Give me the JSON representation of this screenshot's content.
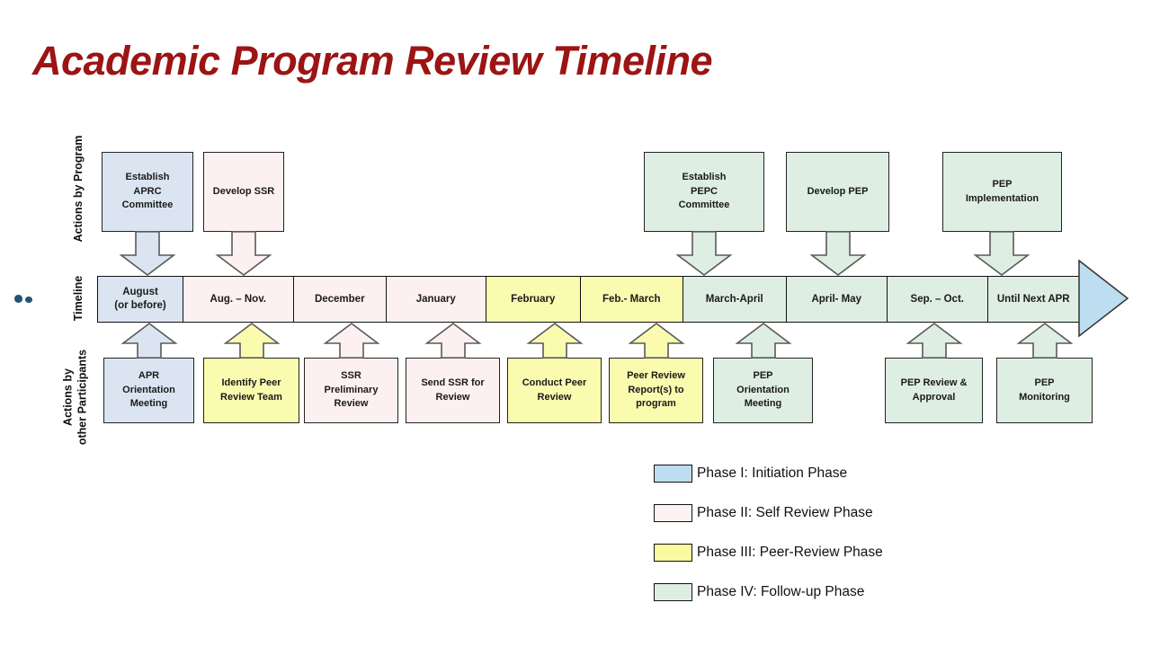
{
  "title": "Academic Program Review Timeline",
  "side_labels": {
    "program": "Actions by Program",
    "timeline": "Timeline",
    "participants": "Actions by\nother Participants"
  },
  "timeline": {
    "segments": [
      {
        "label": "August\n(or before)"
      },
      {
        "label": "Aug. – Nov."
      },
      {
        "label": "December"
      },
      {
        "label": "January"
      },
      {
        "label": "February"
      },
      {
        "label": "Feb.- March"
      },
      {
        "label": "March-April"
      },
      {
        "label": "April- May"
      },
      {
        "label": "Sep. – Oct."
      },
      {
        "label": "Until Next APR"
      }
    ]
  },
  "top_actions": [
    {
      "label": "Establish\nAPRC\nCommittee"
    },
    {
      "label": "Develop SSR"
    },
    {
      "label": "Establish\nPEPC\nCommittee"
    },
    {
      "label": "Develop PEP"
    },
    {
      "label": "PEP\nImplementation"
    }
  ],
  "bottom_actions": [
    {
      "label": "APR\nOrientation\nMeeting"
    },
    {
      "label": "Identify Peer\nReview Team"
    },
    {
      "label": "SSR\nPreliminary\nReview"
    },
    {
      "label": "Send SSR for\nReview"
    },
    {
      "label": "Conduct Peer\nReview"
    },
    {
      "label": "Peer Review\nReport(s) to\nprogram"
    },
    {
      "label": "PEP\nOrientation\nMeeting"
    },
    {
      "label": "PEP Review &\nApproval"
    },
    {
      "label": "PEP\nMonitoring"
    }
  ],
  "legend": {
    "items": [
      {
        "label": "Phase I: Initiation Phase",
        "color": "#bdddf0"
      },
      {
        "label": "Phase II: Self Review Phase",
        "color": "#fdf2f2"
      },
      {
        "label": "Phase III: Peer-Review Phase",
        "color": "#fafa9e"
      },
      {
        "label": "Phase IV: Follow-up Phase",
        "color": "#dfeee2"
      }
    ]
  },
  "colors": {
    "phase1": "#dbe5f1",
    "phase2": "#fdf0f1",
    "phase3": "#fbfbb0",
    "phase4": "#dfeee2",
    "arrow_blue": "#bdddf0",
    "title_red": "#9c1414",
    "dot": "#1f5673"
  }
}
